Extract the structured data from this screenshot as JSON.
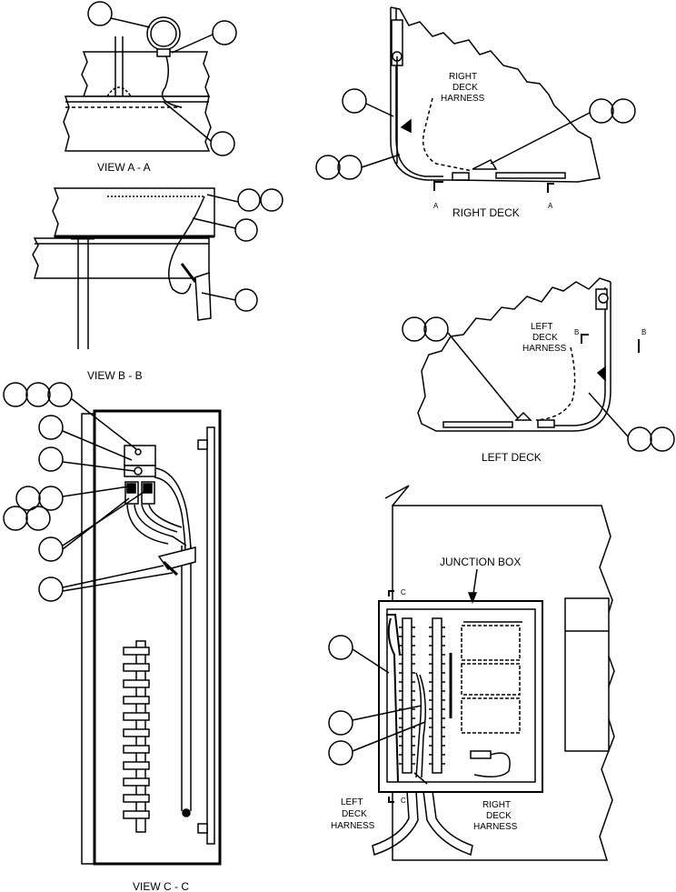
{
  "views": {
    "view_aa": "VIEW  A - A",
    "view_bb": "VIEW  B - B",
    "view_cc": "VIEW  C - C",
    "right_deck": "RIGHT DECK",
    "left_deck": "LEFT DECK",
    "junction_box": "JUNCTION BOX"
  },
  "harness_labels": {
    "right_deck_top": [
      "RIGHT",
      "DECK",
      "HARNESS"
    ],
    "left_deck_top": [
      "LEFT",
      "DECK",
      "HARNESS"
    ],
    "jb_left": [
      "LEFT",
      "DECK",
      "HARNESS"
    ],
    "jb_right": [
      "RIGHT",
      "DECK",
      "HARNESS"
    ]
  },
  "section_marks": {
    "a_left": "A",
    "a_right": "A",
    "b_left": "B",
    "b_right": "B",
    "c_top": "C",
    "c_bottom": "C"
  }
}
